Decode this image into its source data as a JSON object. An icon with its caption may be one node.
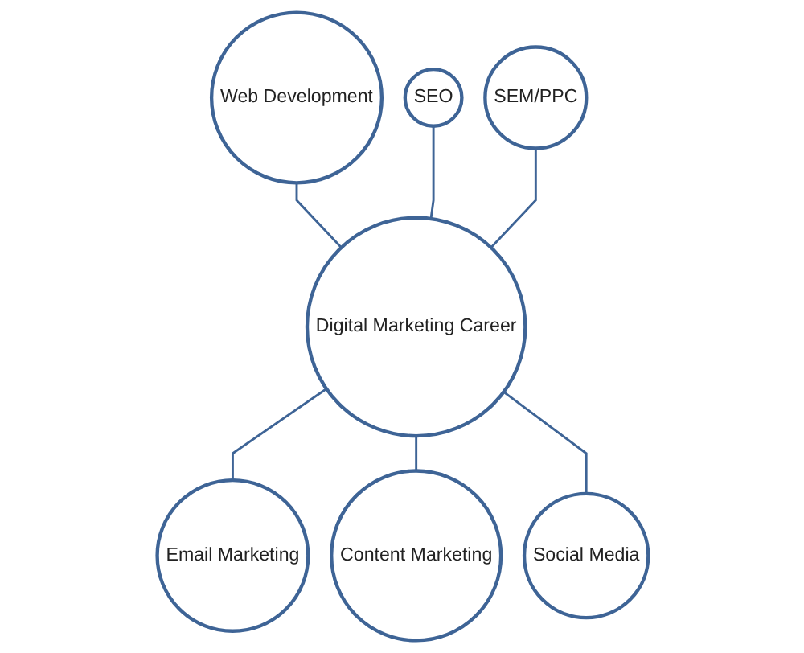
{
  "diagram": {
    "nodes": [
      {
        "text": [
          "Digital Marketing Career"
        ]
      },
      {
        "text": [
          "SEO"
        ]
      },
      {
        "text": [
          "Web Development"
        ]
      },
      {
        "text": [
          "SEM/PPC"
        ]
      },
      {
        "text": [
          "Email Marketing"
        ]
      },
      {
        "text": [
          "Content Marketing"
        ]
      },
      {
        "text": [
          "Social Media"
        ]
      }
    ],
    "edges": [
      {
        "from": 2,
        "to": 0,
        "arrow": "none"
      },
      {
        "from": 1,
        "to": 0,
        "arrow": "none"
      },
      {
        "from": 3,
        "to": 0,
        "arrow": "none"
      },
      {
        "from": 0,
        "to": 4,
        "arrow": "none"
      },
      {
        "from": 0,
        "to": 5,
        "arrow": "none"
      },
      {
        "from": 0,
        "to": 6,
        "arrow": "none"
      }
    ]
  }
}
